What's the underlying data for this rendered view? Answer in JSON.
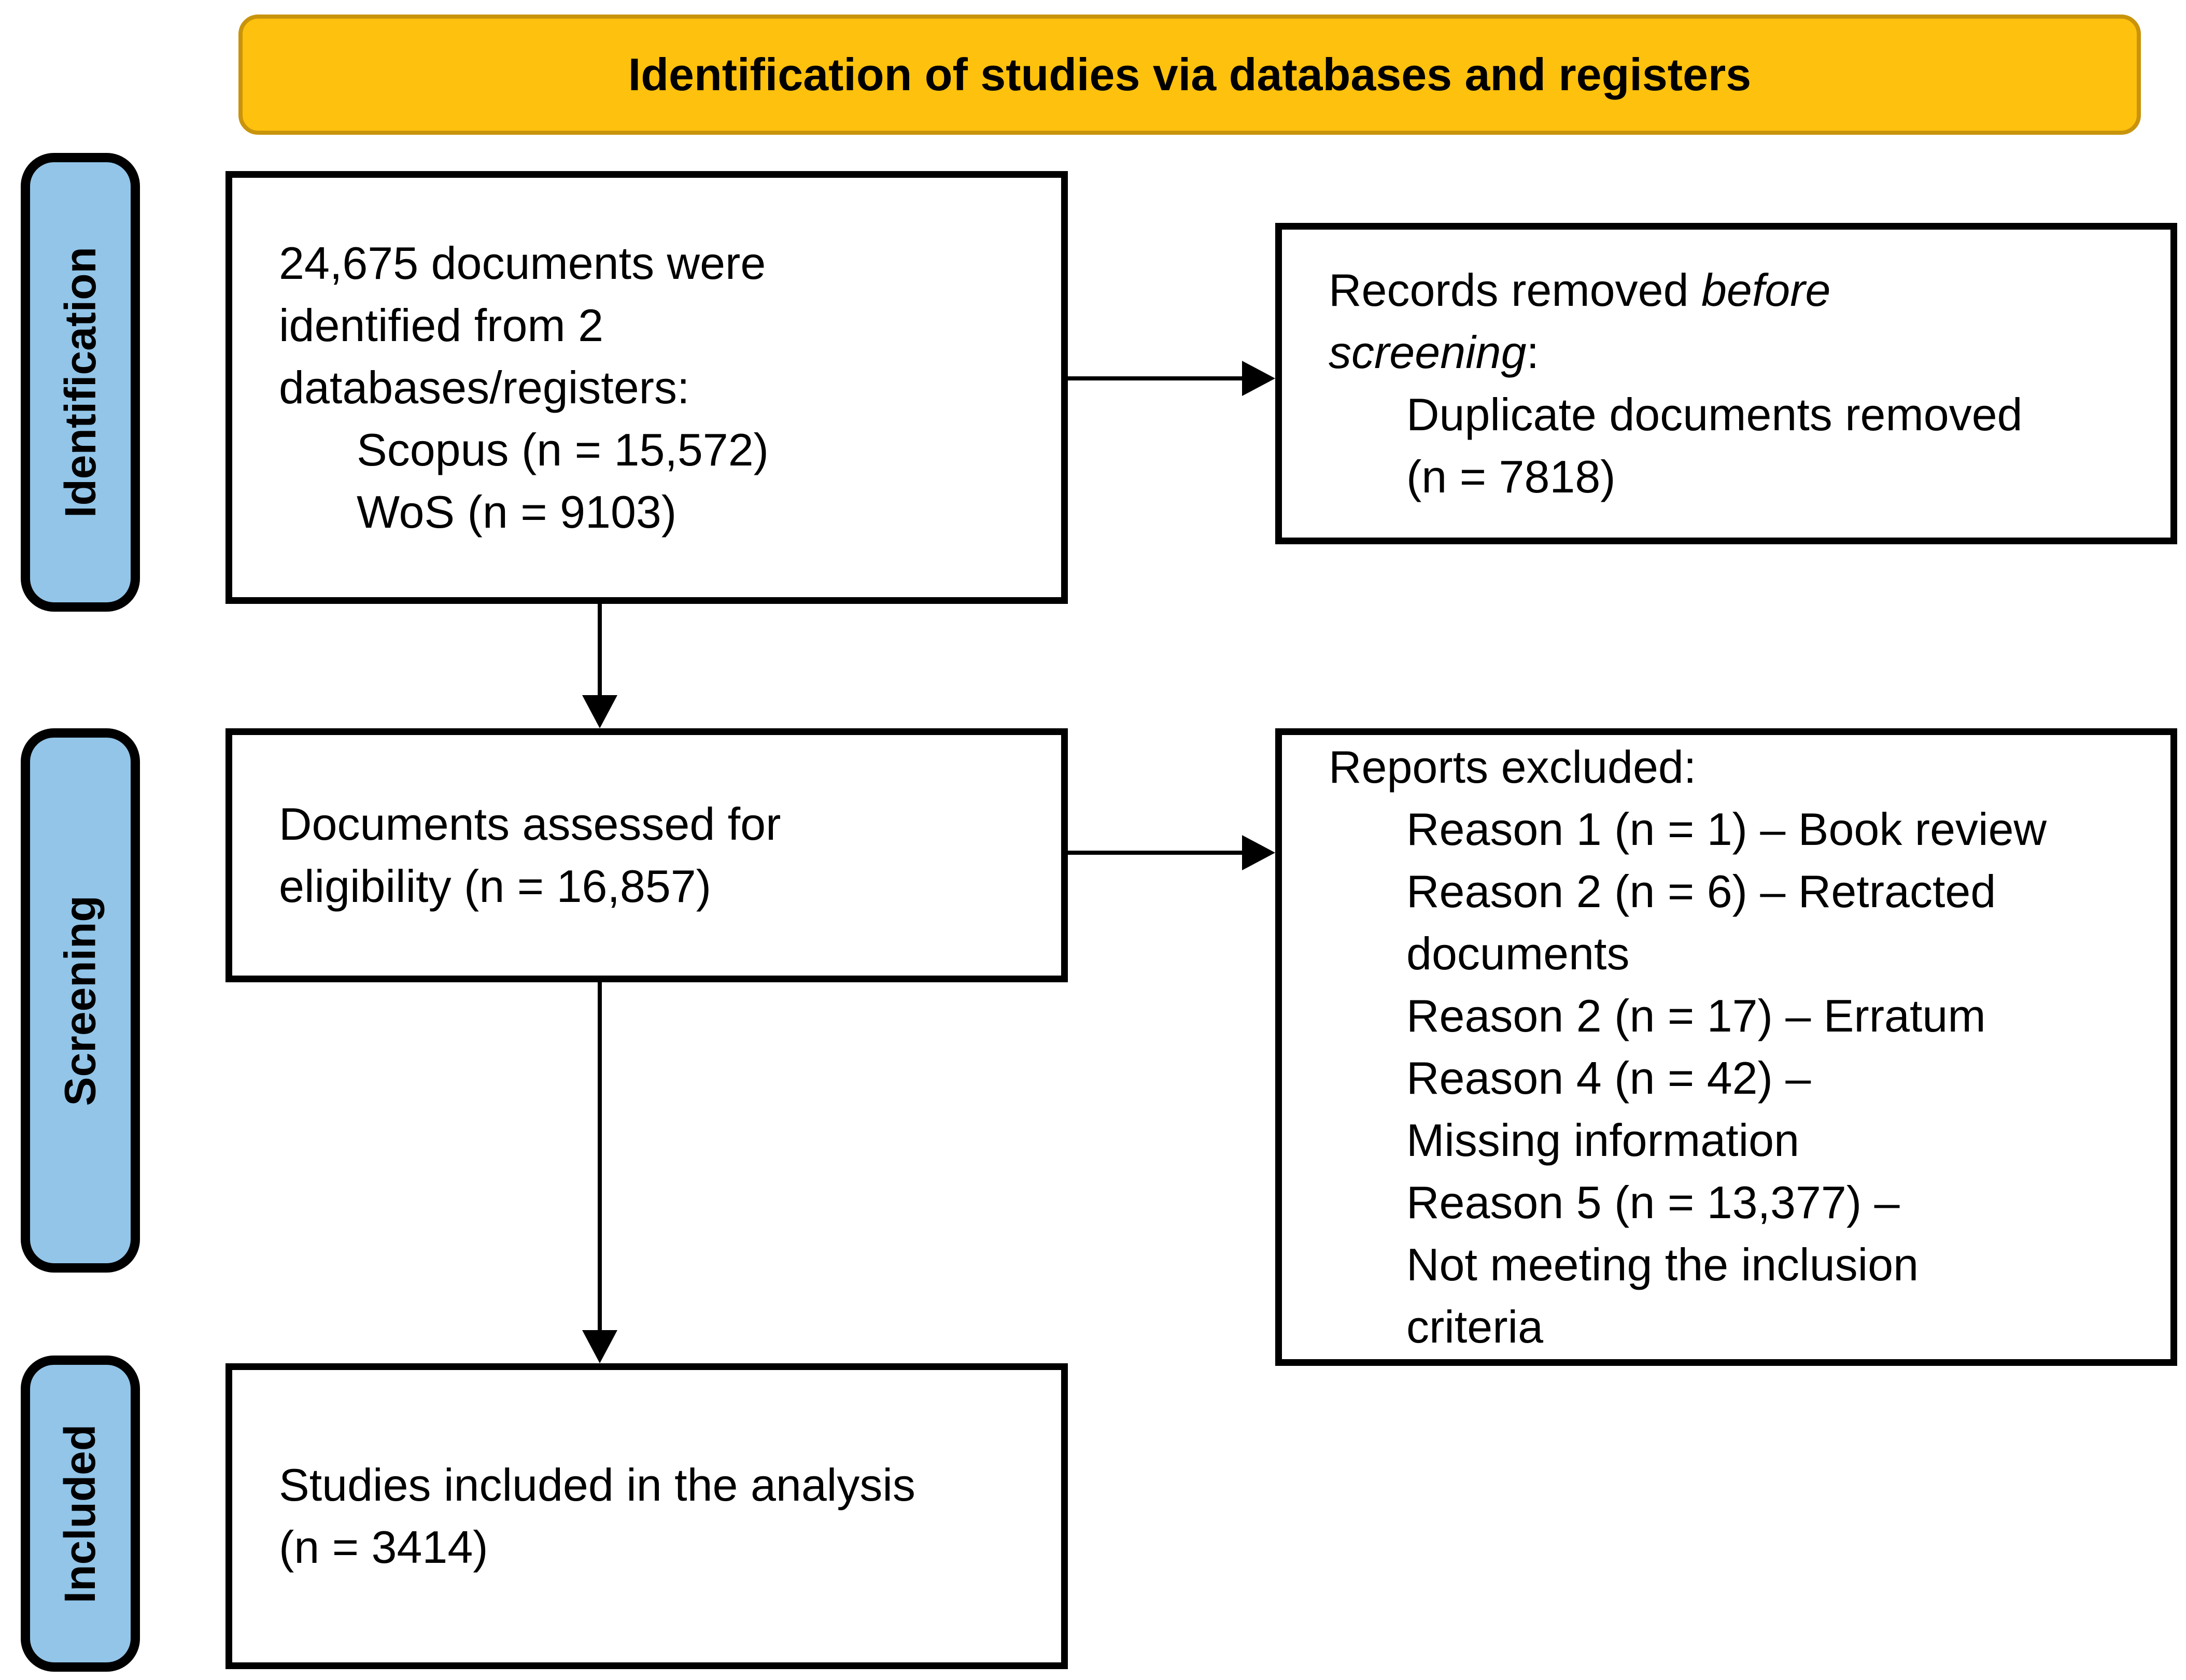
{
  "diagram_type": "PRISMA flow diagram",
  "banner": {
    "title": "Identification of studies via databases and registers"
  },
  "stage_labels": [
    {
      "id": "identification",
      "label": "Identification"
    },
    {
      "id": "screening",
      "label": "Screening"
    },
    {
      "id": "included",
      "label": "Included"
    }
  ],
  "boxes": [
    {
      "id": "identified",
      "lines": [
        {
          "indent": 0,
          "segments": [
            {
              "text": "24,675 documents were"
            }
          ]
        },
        {
          "indent": 0,
          "segments": [
            {
              "text": "identified from 2"
            }
          ]
        },
        {
          "indent": 0,
          "segments": [
            {
              "text": "databases/registers:"
            }
          ]
        },
        {
          "indent": 1,
          "segments": [
            {
              "text": "Scopus (n = 15,572)"
            }
          ]
        },
        {
          "indent": 1,
          "segments": [
            {
              "text": "WoS (n = 9103)"
            }
          ]
        }
      ]
    },
    {
      "id": "removed",
      "lines": [
        {
          "indent": 0,
          "segments": [
            {
              "text": "Records removed "
            },
            {
              "text": "before",
              "italic": true
            }
          ]
        },
        {
          "indent": 0,
          "segments": [
            {
              "text": "screening",
              "italic": true
            },
            {
              "text": ":"
            }
          ]
        },
        {
          "indent": 1,
          "segments": [
            {
              "text": "Duplicate documents removed"
            }
          ]
        },
        {
          "indent": 1,
          "segments": [
            {
              "text": "(n = 7818)"
            }
          ]
        }
      ]
    },
    {
      "id": "assessed",
      "lines": [
        {
          "indent": 0,
          "segments": [
            {
              "text": "Documents assessed for"
            }
          ]
        },
        {
          "indent": 0,
          "segments": [
            {
              "text": "eligibility (n = 16,857)"
            }
          ]
        }
      ]
    },
    {
      "id": "excluded",
      "lines": [
        {
          "indent": 0,
          "segments": [
            {
              "text": "Reports excluded:"
            }
          ]
        },
        {
          "indent": 1,
          "segments": [
            {
              "text": "Reason 1 (n = 1) – Book review"
            }
          ]
        },
        {
          "indent": 1,
          "segments": [
            {
              "text": "Reason 2 (n = 6) – Retracted"
            }
          ]
        },
        {
          "indent": 1,
          "segments": [
            {
              "text": "documents"
            }
          ]
        },
        {
          "indent": 1,
          "segments": [
            {
              "text": "Reason 2 (n = 17) – Erratum"
            }
          ]
        },
        {
          "indent": 1,
          "segments": [
            {
              "text": "Reason 4 (n = 42) –"
            }
          ]
        },
        {
          "indent": 1,
          "segments": [
            {
              "text": "Missing information"
            }
          ]
        },
        {
          "indent": 1,
          "segments": [
            {
              "text": "Reason 5 (n = 13,377) –"
            }
          ]
        },
        {
          "indent": 1,
          "segments": [
            {
              "text": "Not meeting the inclusion"
            }
          ]
        },
        {
          "indent": 1,
          "segments": [
            {
              "text": "criteria"
            }
          ]
        }
      ]
    },
    {
      "id": "included_studies",
      "lines": [
        {
          "indent": 0,
          "segments": [
            {
              "text": "Studies included in the analysis"
            }
          ]
        },
        {
          "indent": 0,
          "segments": [
            {
              "text": "(n = 3414)"
            }
          ]
        }
      ]
    }
  ],
  "colors": {
    "banner_fill": "#FEC10D",
    "banner_border": "#C9940B",
    "stage_label_fill": "#92C5E8",
    "box_fill": "#FFFFFF",
    "border": "#000000",
    "text": "#000000"
  }
}
